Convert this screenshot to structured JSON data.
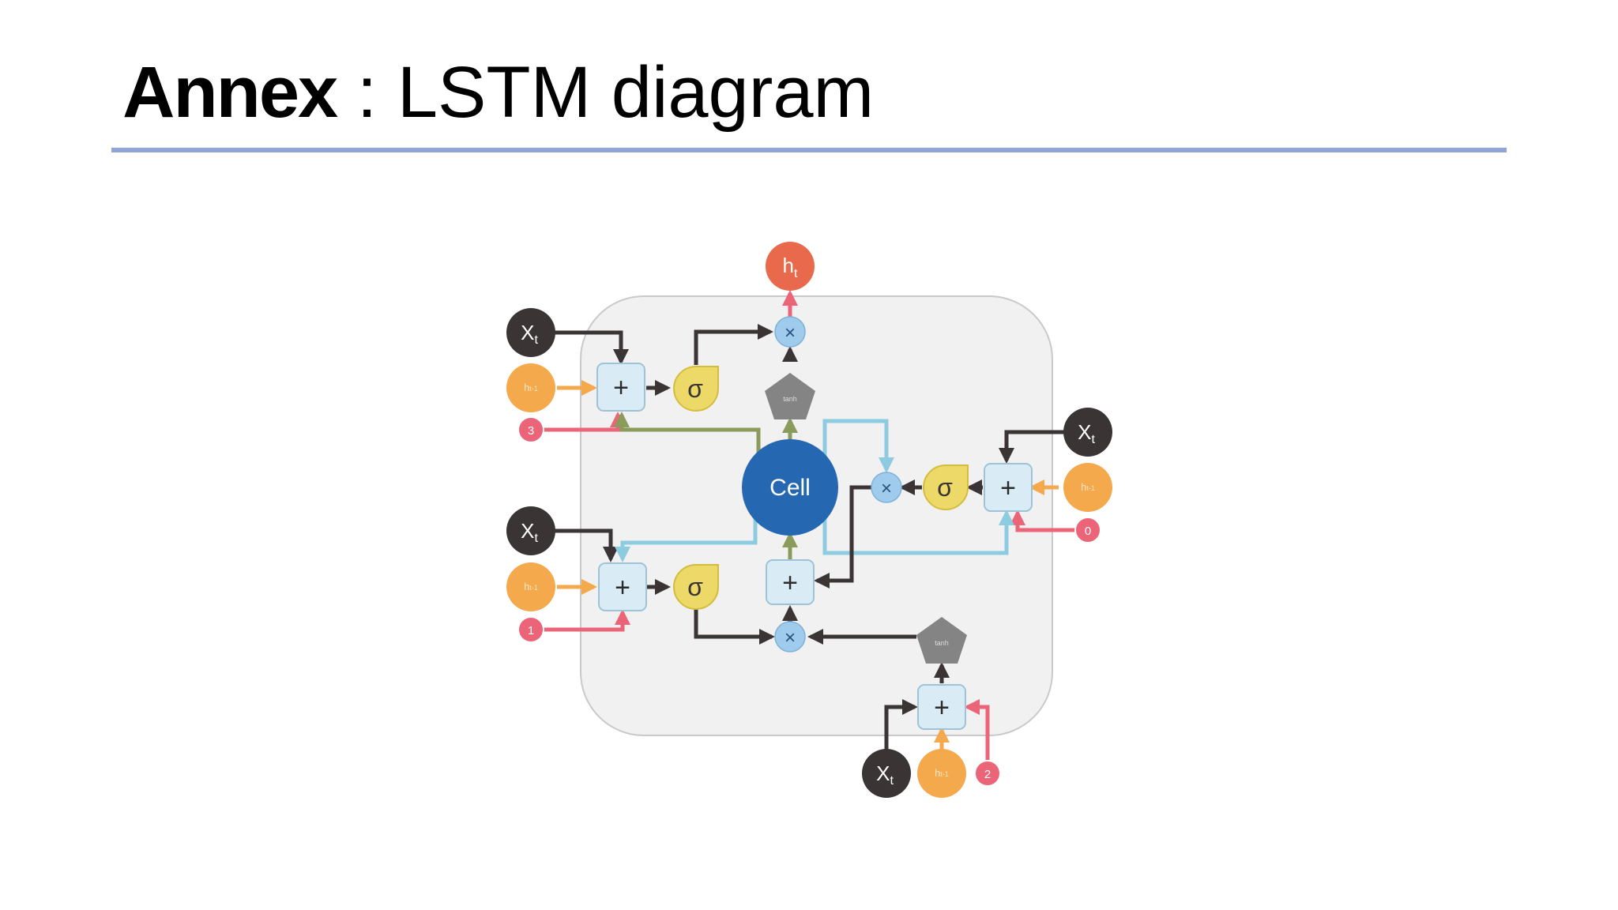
{
  "slide": {
    "title_strong": "Annex",
    "title_separator": " : ",
    "title_rest": "LSTM diagram"
  },
  "diagram": {
    "output": {
      "label": "h",
      "sub": "t"
    },
    "cell_label": "Cell",
    "inputs": {
      "x_label": "X",
      "x_sub": "t",
      "h_label": "h",
      "h_sub": "t-1"
    },
    "gate_numbers": [
      "3",
      "1",
      "0",
      "2"
    ],
    "op_labels": {
      "add": "+",
      "mul": "×",
      "sigma": "σ",
      "tanh": "tanh"
    },
    "colors": {
      "panel": "#f1f1f2",
      "panel_border": "#c9c9cc",
      "x_node": "#3a3435",
      "h_prev_node": "#f4a94c",
      "h_out_node": "#e8694c",
      "gate_number_node": "#ec6478",
      "cell": "#2567b1",
      "add_box": "#d9ecf5",
      "mul_circle": "#9fcbec",
      "sigma": "#ecd967",
      "tanh": "#848484",
      "arrow_dark": "#3a3435",
      "arrow_orange": "#f4a94c",
      "arrow_pink": "#ec6478",
      "arrow_green": "#8a9b5c",
      "arrow_blue": "#8ccbe0"
    }
  }
}
